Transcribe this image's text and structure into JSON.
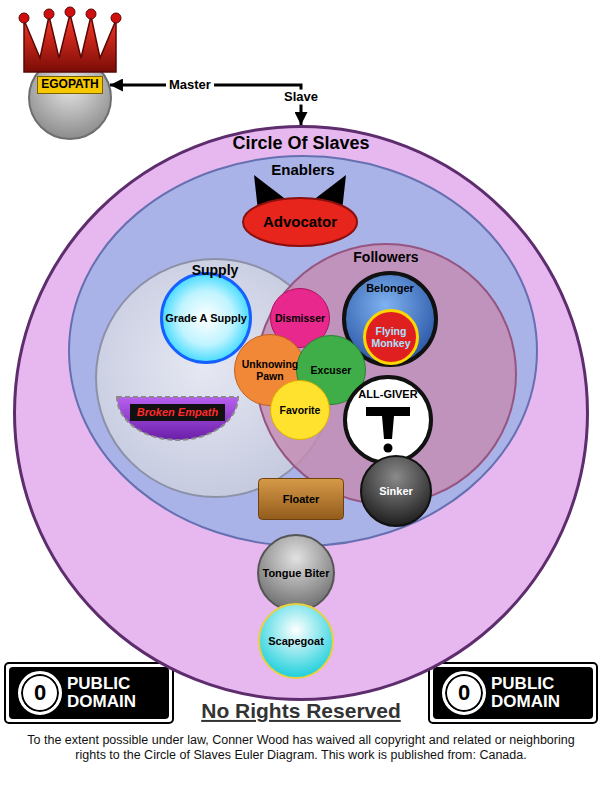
{
  "diagram": {
    "caption": "To the extent possible under law, Conner Wood has waived all copyright and related or neighboring rights to the Circle of Slaves Euler Diagram. This work is published from: Canada.",
    "nodes": [
      {
        "text": [
          "EGOPATH"
        ]
      },
      {
        "text": [
          "Circle Of Slaves"
        ]
      },
      {
        "text": [
          "Enablers"
        ],
        "in": 1
      },
      {
        "text": [
          "Advocator"
        ],
        "in": 2
      },
      {
        "text": [
          "Supply"
        ],
        "in": 2
      },
      {
        "text": [
          "Grade A Supply"
        ],
        "in": 4
      },
      {
        "text": [
          "Broken Empath"
        ],
        "in": 4
      },
      {
        "text": [
          "Followers"
        ],
        "in": 2
      },
      {
        "text": [
          "Dismisser"
        ],
        "in": 7
      },
      {
        "text": [
          "Belonger"
        ],
        "in": 7
      },
      {
        "text": [
          "Flying Monkey"
        ],
        "in": 9
      },
      {
        "text": [
          "Unknowing Pawn"
        ],
        "in": 7
      },
      {
        "text": [
          "Excuser"
        ],
        "in": 7
      },
      {
        "text": [
          "Favorite"
        ],
        "in": 7
      },
      {
        "text": [
          "ALL-GIVER"
        ],
        "in": 7
      },
      {
        "text": [
          "Floater"
        ],
        "in": 2
      },
      {
        "text": [
          "Sinker"
        ],
        "in": 2
      },
      {
        "text": [
          "Tongue Biter"
        ],
        "in": 1
      },
      {
        "text": [
          "Scapegoat"
        ],
        "in": 1
      }
    ],
    "edges": [
      {
        "from": 1,
        "to": 0,
        "arrow": "both",
        "label": "Master"
      }
    ],
    "labels": [
      "Slave",
      "0",
      "PUBLIC DOMAIN",
      "0",
      "PUBLIC DOMAIN",
      "No Rights Reserved"
    ]
  }
}
